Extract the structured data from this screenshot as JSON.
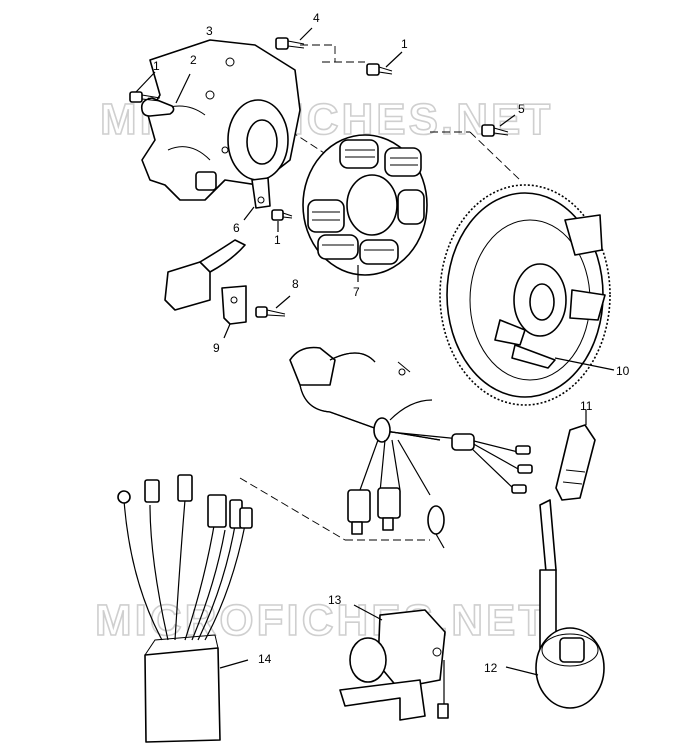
{
  "watermark": {
    "top_text": "MICROFICHES.NET",
    "bottom_text": "MICROFICHES.NET"
  },
  "callouts": {
    "c1a": "1",
    "c1b": "1",
    "c1c": "1",
    "c2": "2",
    "c3": "3",
    "c4": "4",
    "c5": "5",
    "c6": "6",
    "c7": "7",
    "c8": "8",
    "c9": "9",
    "c10": "10",
    "c11": "11",
    "c12": "12",
    "c13": "13",
    "c14": "14"
  }
}
